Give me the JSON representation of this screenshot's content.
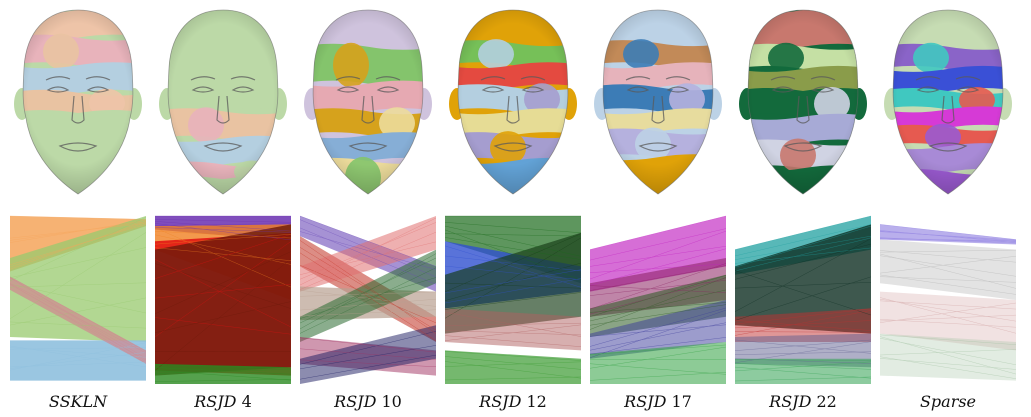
{
  "figure": {
    "columns": [
      {
        "id": "sskln",
        "method": "SSKLN",
        "count": "",
        "skin": "#bcd9a7",
        "regions": [
          {
            "c": "#eec4a8",
            "y0": 0.0,
            "y1": 0.15
          },
          {
            "c": "#e8b3bb",
            "y0": 0.15,
            "y1": 0.3
          },
          {
            "c": "#b4cfe0",
            "y0": 0.3,
            "y1": 0.45
          },
          {
            "c": "#e9c3a2",
            "y0": 0.45,
            "y1": 0.56
          },
          {
            "c": "#bcd9a7",
            "y0": 0.56,
            "y1": 1.0
          }
        ],
        "bands": [
          {
            "c": "#f5a55a",
            "a": 0.85,
            "l": [
              0.0,
              0.33
            ],
            "r": [
              0.02,
              0.06
            ]
          },
          {
            "c": "#98c96e",
            "a": 0.75,
            "l": [
              0.25,
              0.72
            ],
            "r": [
              0.0,
              0.75
            ]
          },
          {
            "c": "#8fc0de",
            "a": 0.9,
            "l": [
              0.74,
              0.98
            ],
            "r": [
              0.74,
              0.98
            ]
          },
          {
            "c": "#d08890",
            "a": 0.7,
            "l": [
              0.36,
              0.44
            ],
            "r": [
              0.8,
              0.88
            ]
          }
        ]
      },
      {
        "id": "rsjd4",
        "method": "RSJD",
        "count": "4",
        "skin": "#bcd9a7",
        "regions": [
          {
            "c": "#bcd9a7",
            "y0": 0.0,
            "y1": 0.55
          },
          {
            "c": "#e9c3a2",
            "y0": 0.55,
            "y1": 0.7
          },
          {
            "c": "#b4cfe0",
            "y0": 0.7,
            "y1": 0.84
          },
          {
            "c": "#e8b3bb",
            "y0": 0.84,
            "y1": 0.92
          },
          {
            "c": "#bcd9a7",
            "y0": 0.92,
            "y1": 1.0
          }
        ],
        "bands": [
          {
            "c": "#6a2fb0",
            "a": 0.85,
            "l": [
              0.0,
              0.08
            ],
            "r": [
              0.0,
              0.15
            ]
          },
          {
            "c": "#f08020",
            "a": 0.8,
            "l": [
              0.06,
              0.2
            ],
            "r": [
              0.05,
              0.5
            ]
          },
          {
            "c": "#e01010",
            "a": 0.85,
            "l": [
              0.15,
              0.92
            ],
            "r": [
              0.1,
              0.95
            ]
          },
          {
            "c": "#6b1a0a",
            "a": 0.8,
            "l": [
              0.2,
              0.95
            ],
            "r": [
              0.05,
              0.9
            ]
          },
          {
            "c": "#2a8a20",
            "a": 0.8,
            "l": [
              0.88,
              1.0
            ],
            "r": [
              0.9,
              1.0
            ]
          }
        ]
      },
      {
        "id": "rsjd10",
        "method": "RSJD",
        "count": "10",
        "skin": "#cfc3dd",
        "regions": [
          {
            "c": "#cfc3dd",
            "y0": 0.0,
            "y1": 0.2
          },
          {
            "c": "#84c46c",
            "y0": 0.2,
            "y1": 0.4
          },
          {
            "c": "#e6a9b2",
            "y0": 0.4,
            "y1": 0.55
          },
          {
            "c": "#d6a21c",
            "y0": 0.55,
            "y1": 0.68
          },
          {
            "c": "#86aed6",
            "y0": 0.68,
            "y1": 0.82
          },
          {
            "c": "#ecdb9b",
            "y0": 0.82,
            "y1": 1.0
          }
        ],
        "bands": [
          {
            "c": "#6a4ab8",
            "a": 0.6,
            "l": [
              0.0,
              0.12
            ],
            "r": [
              0.3,
              0.45
            ]
          },
          {
            "c": "#c03020",
            "a": 0.55,
            "l": [
              0.12,
              0.3
            ],
            "r": [
              0.6,
              0.75
            ]
          },
          {
            "c": "#e07070",
            "a": 0.55,
            "l": [
              0.3,
              0.45
            ],
            "r": [
              0.0,
              0.2
            ]
          },
          {
            "c": "#b8a090",
            "a": 0.7,
            "l": [
              0.42,
              0.62
            ],
            "r": [
              0.45,
              0.6
            ]
          },
          {
            "c": "#2a6a30",
            "a": 0.55,
            "l": [
              0.6,
              0.75
            ],
            "r": [
              0.2,
              0.4
            ]
          },
          {
            "c": "#a03060",
            "a": 0.5,
            "l": [
              0.72,
              0.88
            ],
            "r": [
              0.8,
              0.95
            ]
          },
          {
            "c": "#1a1a60",
            "a": 0.5,
            "l": [
              0.85,
              1.0
            ],
            "r": [
              0.65,
              0.85
            ]
          }
        ]
      },
      {
        "id": "rsjd12",
        "method": "RSJD",
        "count": "12",
        "skin": "#e0a208",
        "regions": [
          {
            "c": "#e0a208",
            "y0": 0.0,
            "y1": 0.18
          },
          {
            "c": "#76c058",
            "y0": 0.18,
            "y1": 0.3
          },
          {
            "c": "#e44a40",
            "y0": 0.3,
            "y1": 0.42
          },
          {
            "c": "#b4cfe0",
            "y0": 0.42,
            "y1": 0.55
          },
          {
            "c": "#e6dc95",
            "y0": 0.55,
            "y1": 0.68
          },
          {
            "c": "#a59dcf",
            "y0": 0.68,
            "y1": 0.82
          },
          {
            "c": "#62a2d6",
            "y0": 0.82,
            "y1": 1.0
          }
        ],
        "bands": [
          {
            "c": "#1a6a1a",
            "a": 0.7,
            "l": [
              0.0,
              0.15
            ],
            "r": [
              0.0,
              0.4
            ]
          },
          {
            "c": "#3050d0",
            "a": 0.8,
            "l": [
              0.15,
              0.55
            ],
            "r": [
              0.3,
              0.45
            ]
          },
          {
            "c": "#143a14",
            "a": 0.65,
            "l": [
              0.35,
              0.7
            ],
            "r": [
              0.1,
              0.6
            ]
          },
          {
            "c": "#b06060",
            "a": 0.5,
            "l": [
              0.55,
              0.75
            ],
            "r": [
              0.6,
              0.8
            ]
          },
          {
            "c": "#3a9a30",
            "a": 0.7,
            "l": [
              0.8,
              1.0
            ],
            "r": [
              0.85,
              1.0
            ]
          }
        ]
      },
      {
        "id": "rsjd17",
        "method": "RSJD",
        "count": "17",
        "skin": "#bcd2e6",
        "regions": [
          {
            "c": "#bcd2e6",
            "y0": 0.0,
            "y1": 0.18
          },
          {
            "c": "#c28a58",
            "y0": 0.18,
            "y1": 0.3
          },
          {
            "c": "#e6b3bb",
            "y0": 0.3,
            "y1": 0.42
          },
          {
            "c": "#3c7cb6",
            "y0": 0.42,
            "y1": 0.55
          },
          {
            "c": "#e7dc9e",
            "y0": 0.55,
            "y1": 0.66
          },
          {
            "c": "#b5b1de",
            "y0": 0.66,
            "y1": 0.8
          },
          {
            "c": "#e0a208",
            "y0": 0.8,
            "y1": 1.0
          }
        ],
        "bands": [
          {
            "c": "#c020c0",
            "a": 0.65,
            "l": [
              0.2,
              0.45
            ],
            "r": [
              0.0,
              0.3
            ]
          },
          {
            "c": "#8a2060",
            "a": 0.55,
            "l": [
              0.4,
              0.6
            ],
            "r": [
              0.25,
              0.5
            ]
          },
          {
            "c": "#2a5a20",
            "a": 0.55,
            "l": [
              0.55,
              0.72
            ],
            "r": [
              0.35,
              0.6
            ]
          },
          {
            "c": "#3a3a9a",
            "a": 0.5,
            "l": [
              0.7,
              0.85
            ],
            "r": [
              0.5,
              0.75
            ]
          },
          {
            "c": "#30a040",
            "a": 0.55,
            "l": [
              0.82,
              1.0
            ],
            "r": [
              0.75,
              1.0
            ]
          }
        ]
      },
      {
        "id": "rsjd22",
        "method": "RSJD",
        "count": "22",
        "skin": "#136a3c",
        "regions": [
          {
            "c": "#c8786e",
            "y0": 0.0,
            "y1": 0.2
          },
          {
            "c": "#c5e0a4",
            "y0": 0.2,
            "y1": 0.32
          },
          {
            "c": "#8a9c4a",
            "y0": 0.32,
            "y1": 0.44
          },
          {
            "c": "#136a3c",
            "y0": 0.44,
            "y1": 0.58
          },
          {
            "c": "#a7aad6",
            "y0": 0.58,
            "y1": 0.72
          },
          {
            "c": "#d0d3e3",
            "y0": 0.72,
            "y1": 0.86
          },
          {
            "c": "#136a3c",
            "y0": 0.86,
            "y1": 1.0
          }
        ],
        "bands": [
          {
            "c": "#20a0a0",
            "a": 0.75,
            "l": [
              0.2,
              0.35
            ],
            "r": [
              0.0,
              0.2
            ]
          },
          {
            "c": "#0e2e22",
            "a": 0.8,
            "l": [
              0.3,
              0.65
            ],
            "r": [
              0.05,
              0.7
            ]
          },
          {
            "c": "#c03030",
            "a": 0.5,
            "l": [
              0.6,
              0.75
            ],
            "r": [
              0.55,
              0.75
            ]
          },
          {
            "c": "#606090",
            "a": 0.5,
            "l": [
              0.72,
              0.88
            ],
            "r": [
              0.7,
              0.9
            ]
          },
          {
            "c": "#30a050",
            "a": 0.55,
            "l": [
              0.85,
              1.0
            ],
            "r": [
              0.85,
              1.0
            ]
          }
        ]
      },
      {
        "id": "sparse",
        "method": "Sparse",
        "count": "",
        "skin": "#c6dcb3",
        "regions": [
          {
            "c": "#c6dcb3",
            "y0": 0.0,
            "y1": 0.2
          },
          {
            "c": "#8a64c8",
            "y0": 0.2,
            "y1": 0.32
          },
          {
            "c": "#3a50d6",
            "y0": 0.32,
            "y1": 0.44
          },
          {
            "c": "#40c8c0",
            "y0": 0.44,
            "y1": 0.54
          },
          {
            "c": "#d63ad6",
            "y0": 0.54,
            "y1": 0.64
          },
          {
            "c": "#e65a50",
            "y0": 0.64,
            "y1": 0.74
          },
          {
            "c": "#a88ad6",
            "y0": 0.74,
            "y1": 0.88
          },
          {
            "c": "#9a5ad0",
            "y0": 0.88,
            "y1": 1.0
          }
        ],
        "bands": [
          {
            "c": "#8a7ae0",
            "a": 0.6,
            "l": [
              0.05,
              0.14
            ],
            "r": [
              0.14,
              0.17
            ]
          },
          {
            "c": "#b0b0b0",
            "a": 0.35,
            "l": [
              0.14,
              0.4
            ],
            "r": [
              0.2,
              0.5
            ]
          },
          {
            "c": "#d0a0a0",
            "a": 0.3,
            "l": [
              0.45,
              0.7
            ],
            "r": [
              0.5,
              0.8
            ]
          },
          {
            "c": "#a0c0a0",
            "a": 0.3,
            "l": [
              0.7,
              0.95
            ],
            "r": [
              0.75,
              0.98
            ]
          }
        ]
      }
    ]
  }
}
